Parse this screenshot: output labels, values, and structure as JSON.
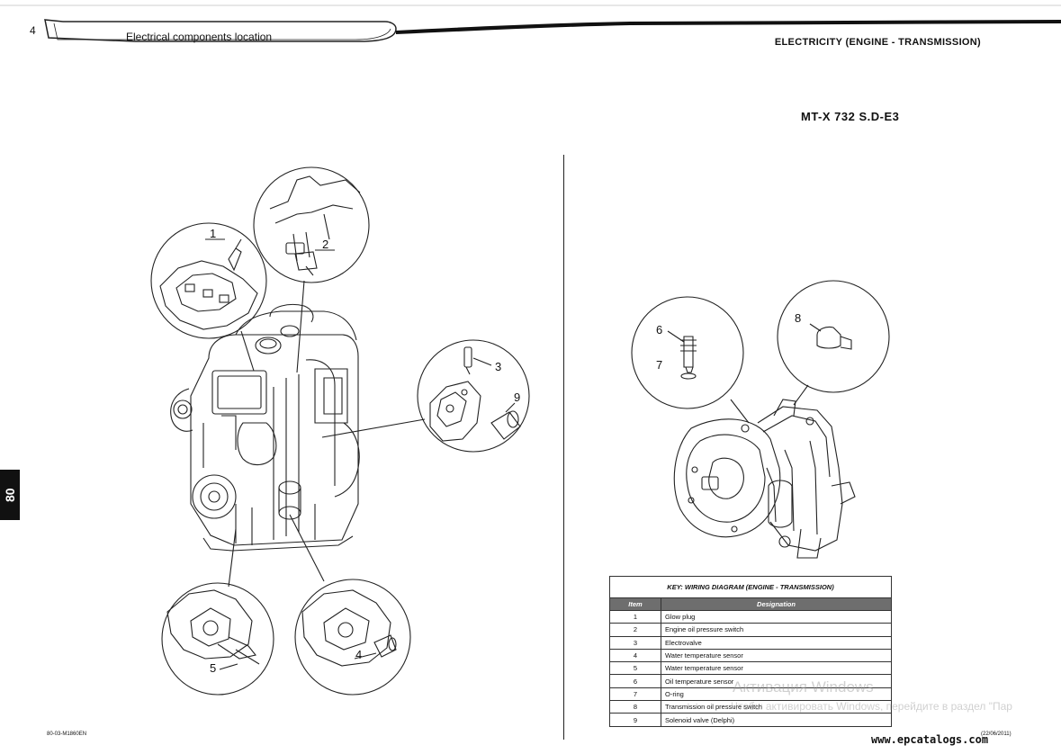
{
  "header": {
    "page_number": "4",
    "section_title": "Electrical components location",
    "chapter_title": "ELECTRICITY (ENGINE - TRANSMISSION)"
  },
  "model": "MT-X 732 S.D-E3",
  "side_tab": "80",
  "engine_callouts": [
    "1",
    "2",
    "3",
    "9",
    "5",
    "4"
  ],
  "transmission_callouts": [
    "6",
    "7",
    "8"
  ],
  "key_table": {
    "title": "KEY: WIRING DIAGRAM (ENGINE - TRANSMISSION)",
    "headers": [
      "Item",
      "Designation"
    ],
    "rows": [
      {
        "item": "1",
        "designation": "Glow plug"
      },
      {
        "item": "2",
        "designation": "Engine oil pressure switch"
      },
      {
        "item": "3",
        "designation": "Electrovalve"
      },
      {
        "item": "4",
        "designation": "Water temperature sensor"
      },
      {
        "item": "5",
        "designation": "Water temperature sensor"
      },
      {
        "item": "6",
        "designation": "Oil temperature sensor"
      },
      {
        "item": "7",
        "designation": "O-ring"
      },
      {
        "item": "8",
        "designation": "Transmission oil pressure switch"
      },
      {
        "item": "9",
        "designation": "Solenoid valve (Delphi)"
      }
    ]
  },
  "footer": {
    "doc_code": "80-03-M1860EN",
    "date": "(22/06/2011)"
  },
  "watermark": {
    "line1": "Активация Windows",
    "line2": "Чтобы активировать Windows, перейдите в раздел \"Пар"
  },
  "site": "www.epcatalogs.com"
}
